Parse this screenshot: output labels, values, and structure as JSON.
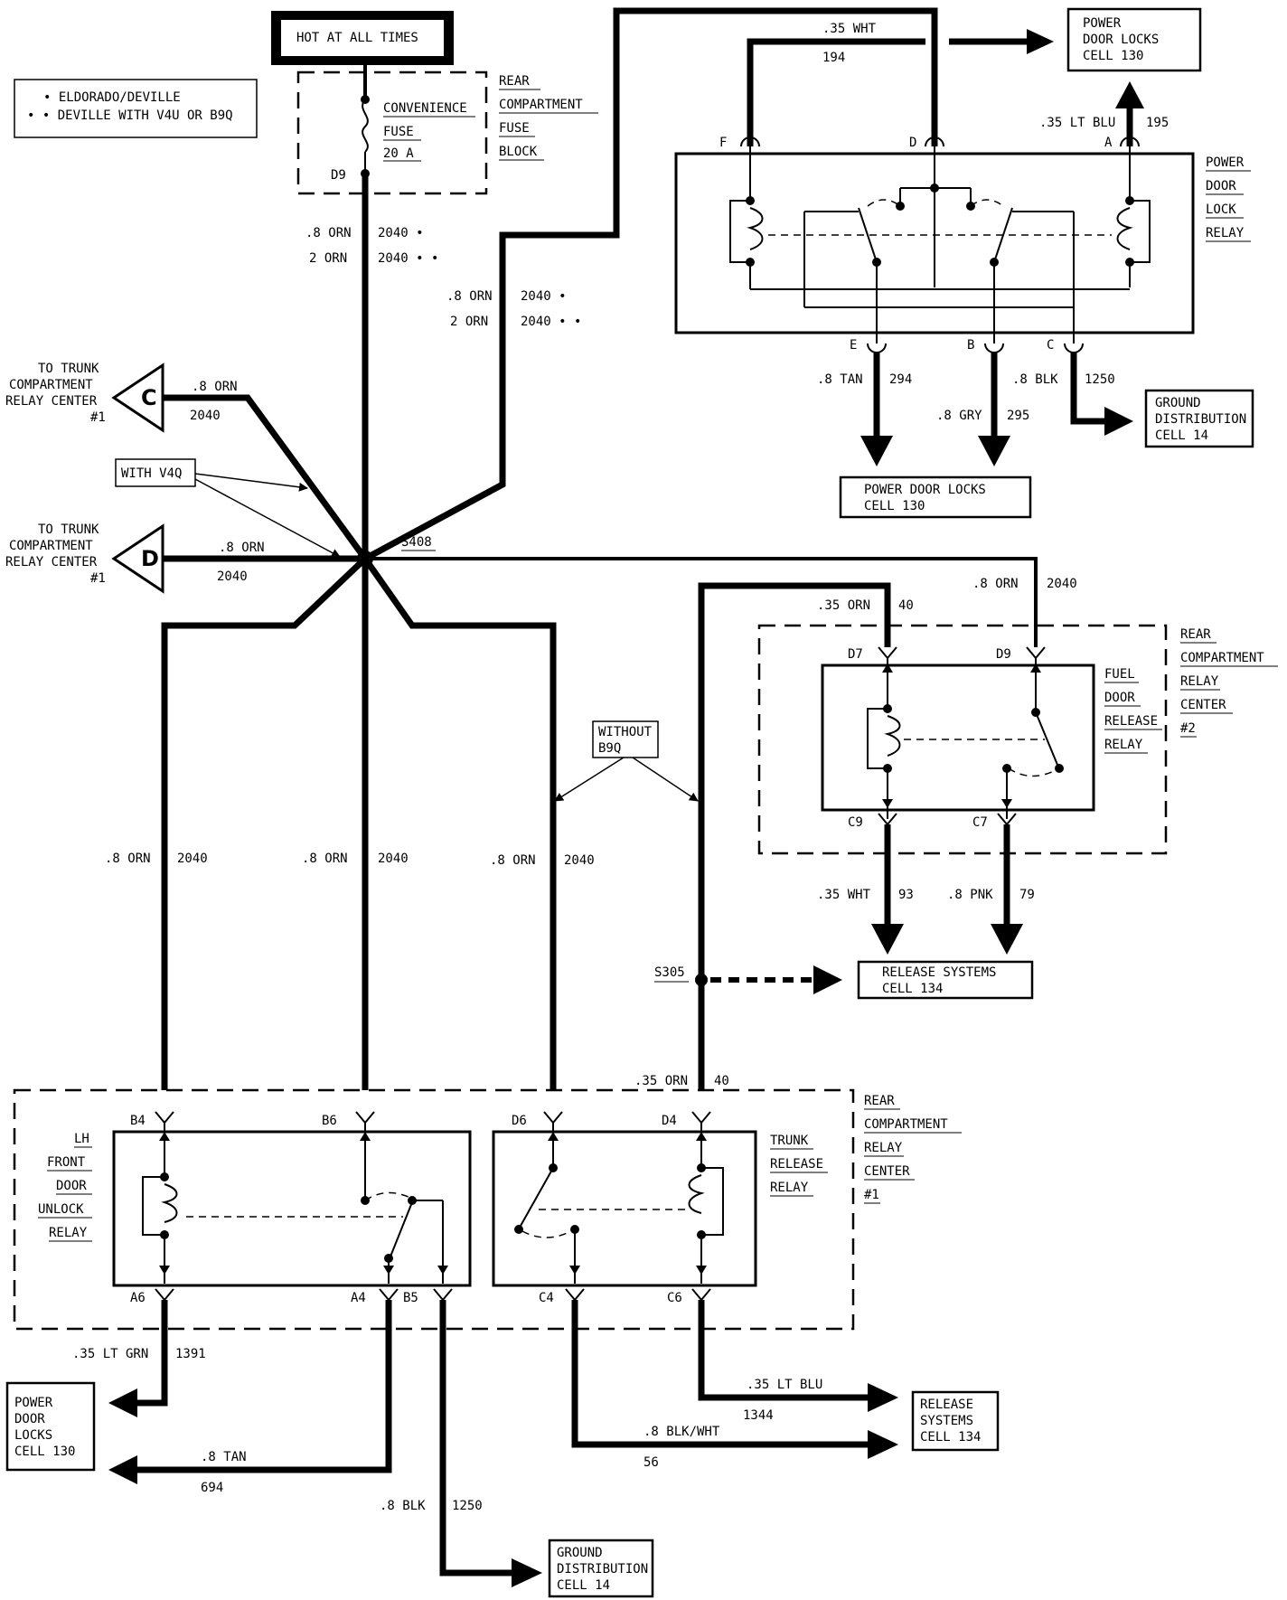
{
  "hot_label": "HOT AT ALL TIMES",
  "legend": {
    "line1": "• ELDORADO/DEVILLE",
    "line2": "• • DEVILLE WITH V4U OR B9Q"
  },
  "fuse_block": {
    "fuse_name1": "CONVENIENCE",
    "fuse_name2": "FUSE",
    "rating": "20 A",
    "terminal": "D9",
    "title": [
      "REAR",
      "COMPARTMENT",
      "FUSE",
      "BLOCK"
    ]
  },
  "wires": {
    "feed1": ".8 ORN",
    "feed1_circuit": "2040 •",
    "feed2": "2 ORN",
    "feed2_circuit": "2040 • •",
    "branch1": ".8 ORN",
    "branch1_circuit": "2040 •",
    "branch2": "2 ORN",
    "branch2_circuit": "2040 • •",
    "wht_top": ".35 WHT",
    "wht_top_circuit": "194",
    "lt_blu_top": ".35 LT BLU",
    "lt_blu_top_circuit": "195",
    "tan_e": ".8 TAN",
    "tan_e_circuit": "294",
    "gry_b": ".8 GRY",
    "gry_b_circuit": "295",
    "blk_c": ".8 BLK",
    "blk_c_circuit": "1250",
    "c_wire": ".8 ORN",
    "c_wire_circuit": "2040",
    "d_wire": ".8 ORN",
    "d_wire_circuit": "2040",
    "right_wire": ".8 ORN",
    "right_wire_circuit": "2040",
    "orn40": ".35 ORN",
    "orn40_circuit": "40",
    "wht93": ".35 WHT",
    "wht93_circuit": "93",
    "pnk79": ".8 PNK",
    "pnk79_circuit": "79",
    "v1": ".8 ORN",
    "v1_circuit": "2040",
    "v2": ".8 ORN",
    "v2_circuit": "2040",
    "v3": ".8 ORN",
    "v3_circuit": "2040",
    "orn40b": ".35 ORN",
    "orn40b_circuit": "40",
    "ltgrn": ".35 LT GRN",
    "ltgrn_circuit": "1391",
    "tan694": ".8 TAN",
    "tan694_circuit": "694",
    "blk1250": ".8 BLK",
    "blk1250_circuit": "1250",
    "ltblu1344": ".35 LT BLU",
    "ltblu1344_circuit": "1344",
    "blkwht56": ".8 BLK/WHT",
    "blkwht56_circuit": "56"
  },
  "splices": {
    "s408": "S408",
    "s305": "S305"
  },
  "annotations": {
    "with_v4q": "WITH V4Q",
    "without_b9q": [
      "WITHOUT",
      "B9Q"
    ]
  },
  "trunk_c": {
    "letter": "C",
    "label": [
      "TO TRUNK",
      "COMPARTMENT",
      "RELAY CENTER",
      "#1"
    ]
  },
  "trunk_d": {
    "letter": "D",
    "label": [
      "TO TRUNK",
      "COMPARTMENT",
      "RELAY CENTER",
      "#1"
    ]
  },
  "pdl_relay": {
    "title": [
      "POWER",
      "DOOR",
      "LOCK",
      "RELAY"
    ],
    "pins": {
      "f": "F",
      "d": "D",
      "a": "A",
      "e": "E",
      "b": "B",
      "c": "C"
    }
  },
  "fuel_relay": {
    "title": [
      "FUEL",
      "DOOR",
      "RELEASE",
      "RELAY"
    ],
    "center": [
      "REAR",
      "COMPARTMENT",
      "RELAY",
      "CENTER",
      "#2"
    ],
    "pins": {
      "d7": "D7",
      "d9": "D9",
      "c9": "C9",
      "c7": "C7"
    }
  },
  "rc1": {
    "center": [
      "REAR",
      "COMPARTMENT",
      "RELAY",
      "CENTER",
      "#1"
    ]
  },
  "lh_relay": {
    "title": [
      "LH",
      "FRONT",
      "DOOR",
      "UNLOCK",
      "RELAY"
    ],
    "pins": {
      "b4": "B4",
      "b6": "B6",
      "a6": "A6",
      "a4": "A4",
      "b5": "B5"
    }
  },
  "trunk_relay": {
    "title": [
      "TRUNK",
      "RELEASE",
      "RELAY"
    ],
    "pins": {
      "d6": "D6",
      "d4": "D4",
      "c4": "C4",
      "c6": "C6"
    }
  },
  "dest": {
    "pdl_top": [
      "POWER",
      "DOOR LOCKS",
      "CELL 130"
    ],
    "pdl_mid": [
      "POWER DOOR LOCKS",
      "CELL 130"
    ],
    "gnd_top": [
      "GROUND",
      "DISTRIBUTION",
      "CELL 14"
    ],
    "rel_mid": [
      "RELEASE SYSTEMS",
      "CELL 134"
    ],
    "pdl_bot": [
      "POWER",
      "DOOR",
      "LOCKS",
      "CELL 130"
    ],
    "gnd_bot": [
      "GROUND",
      "DISTRIBUTION",
      "CELL 14"
    ],
    "rel_bot": [
      "RELEASE",
      "SYSTEMS",
      "CELL 134"
    ]
  }
}
